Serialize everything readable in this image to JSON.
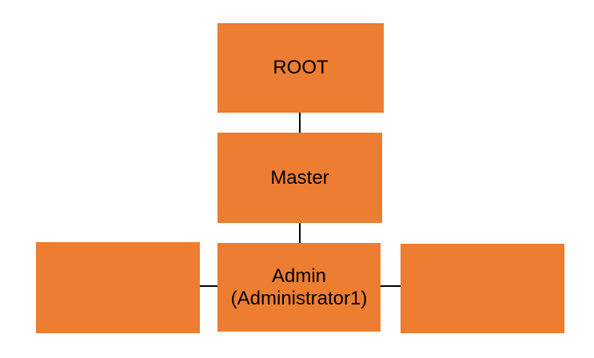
{
  "colors": {
    "background": "#ffffff",
    "node-fill": "#ED7D31",
    "connector": "#000000",
    "text": "#000000"
  },
  "diagram": {
    "type": "org-chart",
    "nodes": {
      "root": {
        "label": "ROOT"
      },
      "master": {
        "label": "Master"
      },
      "admin": {
        "label": "Admin\n(Administrator1)"
      },
      "left_child": {
        "label": ""
      },
      "right_child": {
        "label": ""
      }
    },
    "edges": [
      {
        "from": "root",
        "to": "master"
      },
      {
        "from": "master",
        "to": "admin"
      },
      {
        "from": "left_child",
        "to": "admin"
      },
      {
        "from": "admin",
        "to": "right_child"
      }
    ]
  }
}
